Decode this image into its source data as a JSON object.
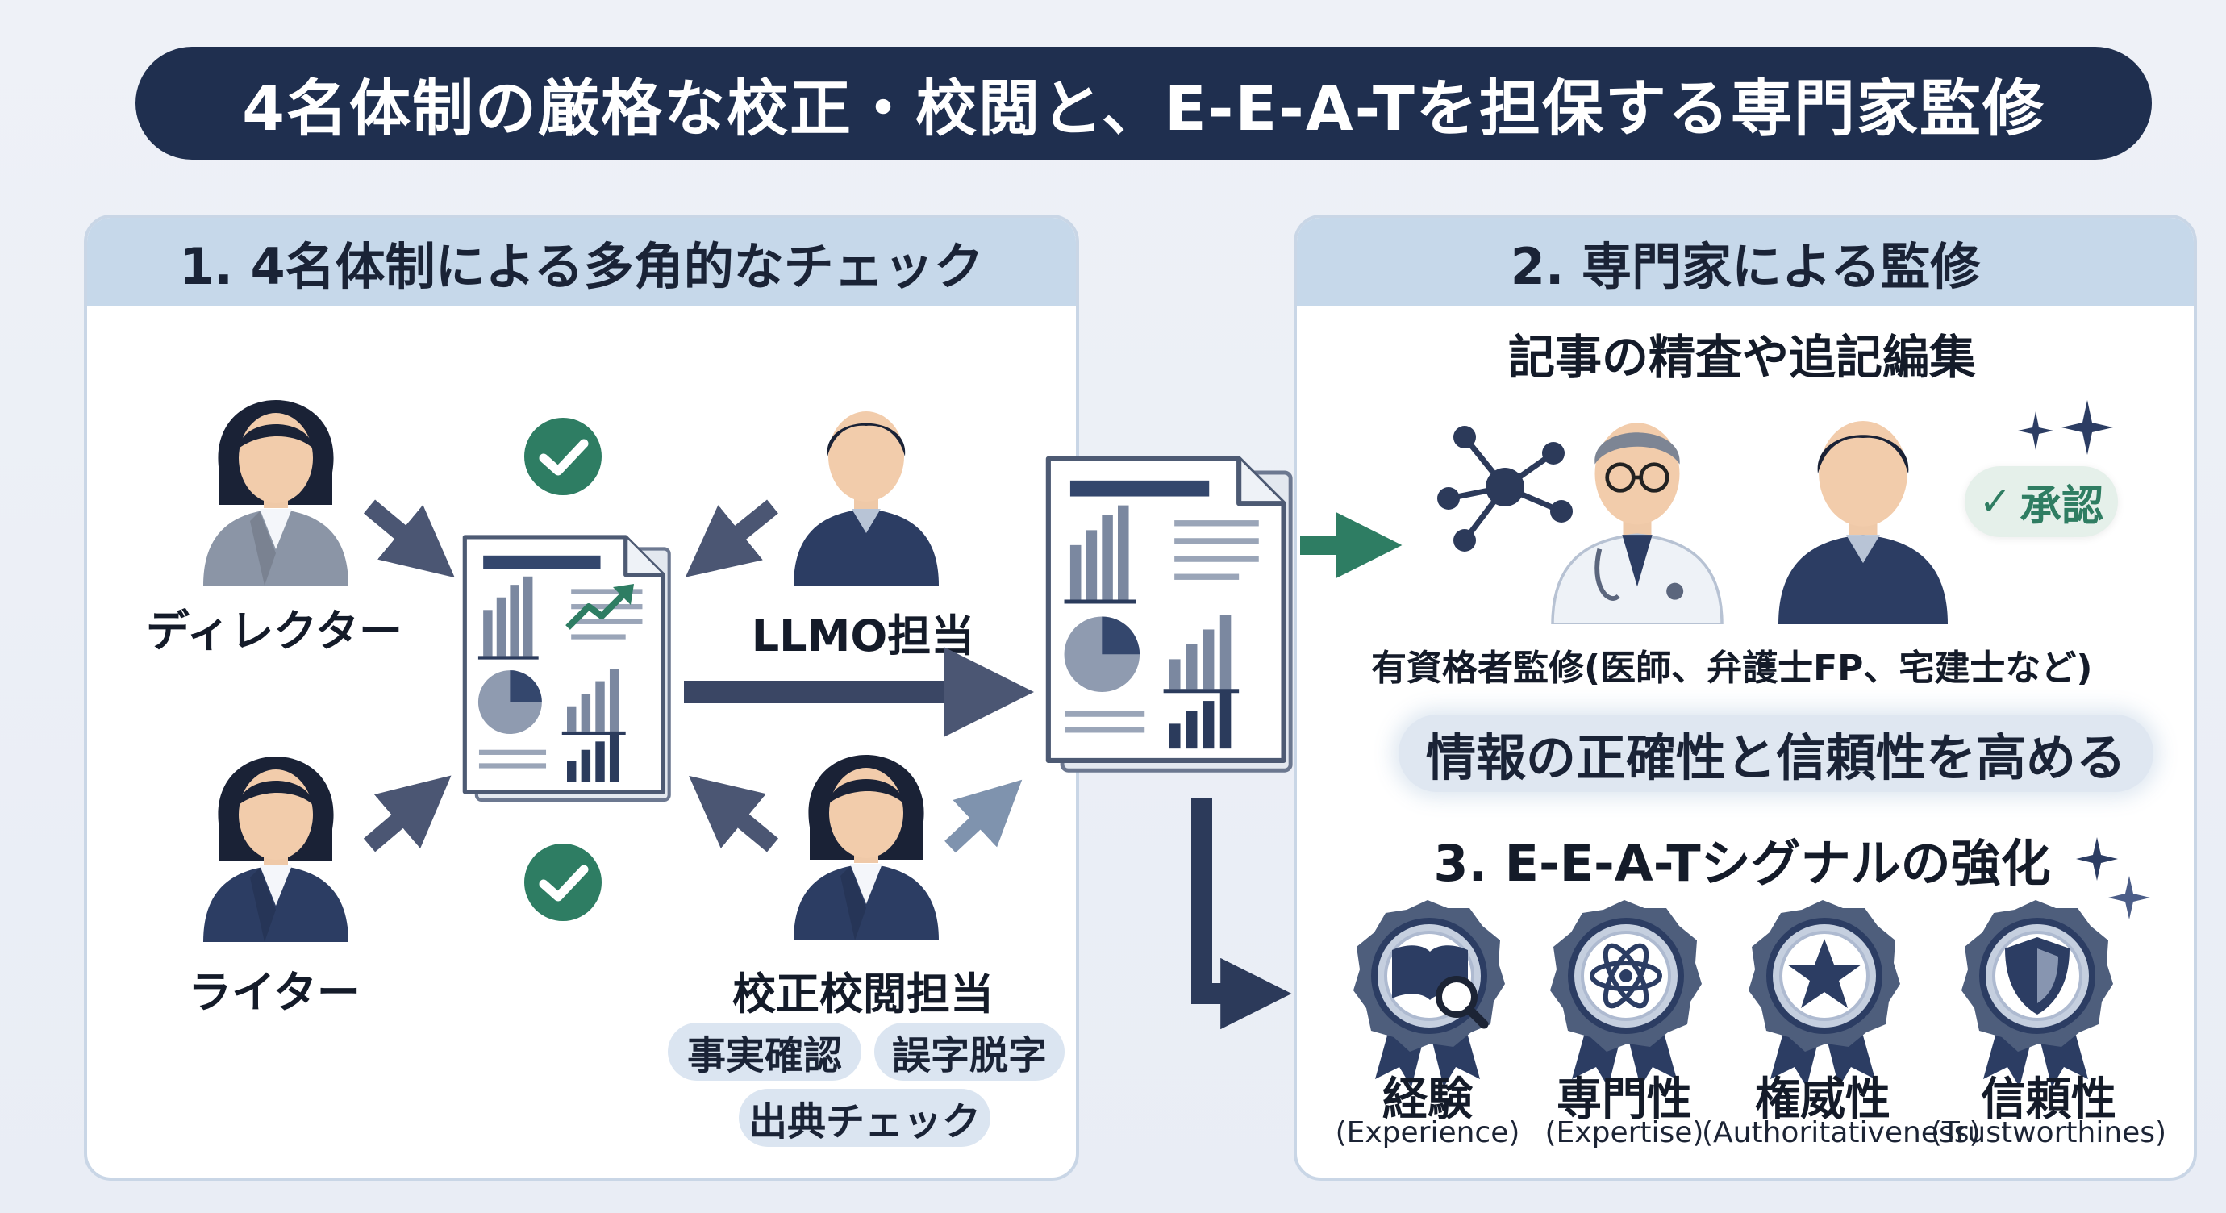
{
  "title": "4名体制の厳格な校正・校閲と、E-E-A-Tを担保する専門家監修",
  "section1": {
    "heading": "1. 4名体制による多角的なチェック",
    "roles": {
      "director": "ディレクター",
      "writer": "ライター",
      "llmo": "LLMO担当",
      "proofreader": "校正校閲担当"
    },
    "tags": [
      "事実確認",
      "誤字脱字",
      "出典チェック"
    ]
  },
  "section2": {
    "heading": "2. 専門家による監修",
    "subheading": "記事の精査や追記編集",
    "approve_label": "承認",
    "supervisors": "有資格者監修(医師、弁護士FP、宅建士など)",
    "result": "情報の正確性と信頼性を高める"
  },
  "section3": {
    "heading": "3. E-E-A-Tシグナルの強化",
    "badges": [
      {
        "label": "経験",
        "sub": "(Experience)",
        "icon": "book-magnifier-icon"
      },
      {
        "label": "専門性",
        "sub": "(Expertise)",
        "icon": "atom-icon"
      },
      {
        "label": "権威性",
        "sub": "(Authoritativeness)",
        "icon": "star-icon"
      },
      {
        "label": "信頼性",
        "sub": "(Trustworthines)",
        "icon": "shield-icon"
      }
    ]
  },
  "colors": {
    "navy": "#1f2f4f",
    "panel_header": "#c6d8ea",
    "check_green": "#2e7d63",
    "arrow_gray": "#4b5673",
    "arrow_light": "#7f93ae",
    "arrow_teal": "#2e7d63"
  }
}
